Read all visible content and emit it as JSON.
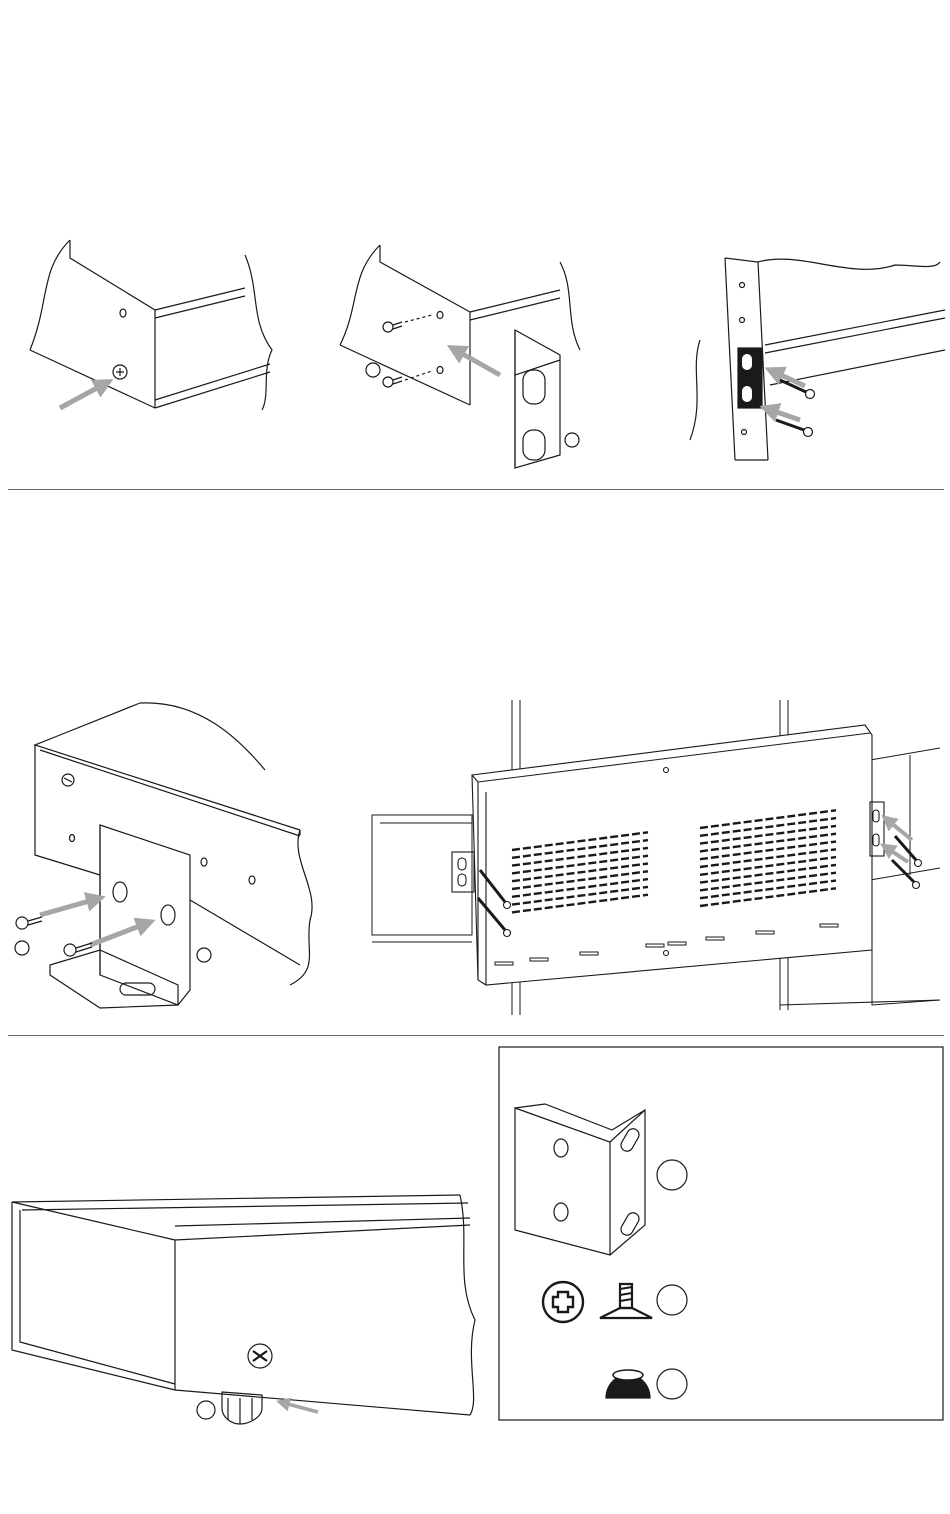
{
  "colors": {
    "line": "#1a1a1a",
    "arrow": "#a6a6a6",
    "fill_dark": "#1a1a1a",
    "background": "#ffffff",
    "slot_fill": "#1a1a1a"
  },
  "sections": [
    {
      "id": "rack-mount-steps",
      "panels": [
        "remove-side-screw",
        "attach-rack-ear",
        "mount-to-rack"
      ]
    },
    {
      "id": "wall-mount-steps",
      "panels": [
        "attach-wall-bracket",
        "mount-to-wall"
      ]
    },
    {
      "id": "feet-and-parts",
      "panels": [
        "attach-rubber-feet",
        "parts-legend"
      ]
    }
  ],
  "legend": {
    "items": [
      {
        "icon": "rack-bracket-icon",
        "callout": ""
      },
      {
        "icon": "phillips-screw-icon",
        "callout": ""
      },
      {
        "icon": "rubber-foot-icon",
        "callout": ""
      }
    ]
  }
}
